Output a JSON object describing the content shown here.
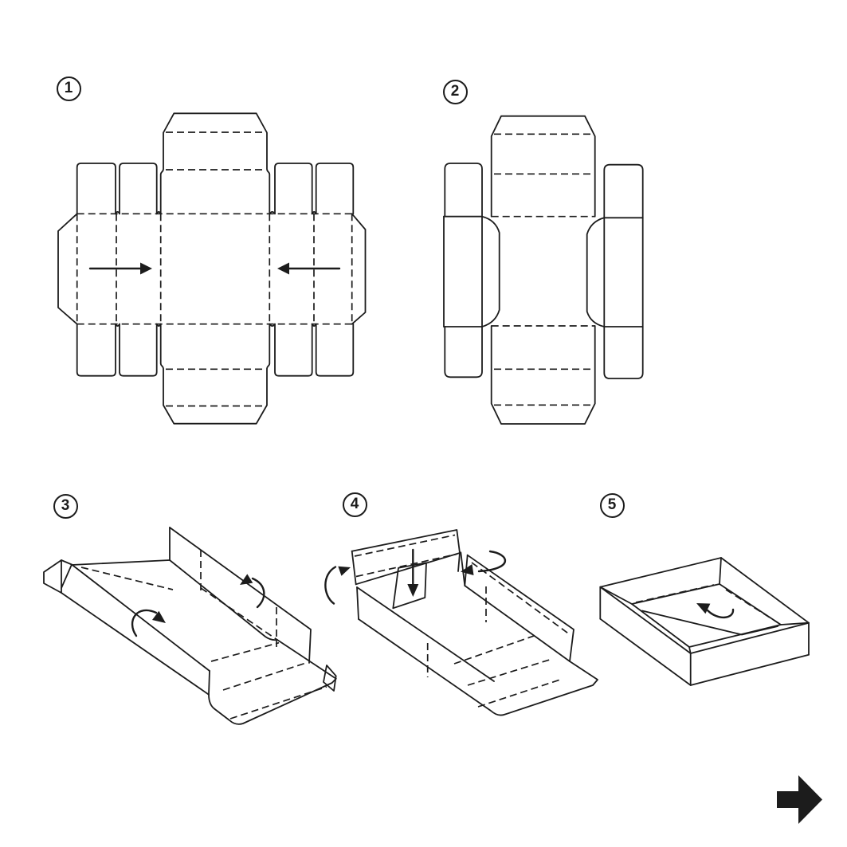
{
  "page": {
    "background_color": "#ffffff",
    "line_color": "#1c1c1c",
    "type": "box-folding-instructions"
  },
  "steps": [
    {
      "number": "1",
      "name": "flat-dieline-with-push-arrows"
    },
    {
      "number": "2",
      "name": "dieline-side-columns-folded-in"
    },
    {
      "number": "3",
      "name": "long-walls-raised-perspective"
    },
    {
      "number": "4",
      "name": "end-wall-raised-flaps-tucked"
    },
    {
      "number": "5",
      "name": "finished-tray"
    }
  ],
  "icons": {
    "fold_arrow": "curved-fold-arrow",
    "push_arrow": "straight-push-arrow",
    "next_arrow": "solid-next-arrow"
  }
}
